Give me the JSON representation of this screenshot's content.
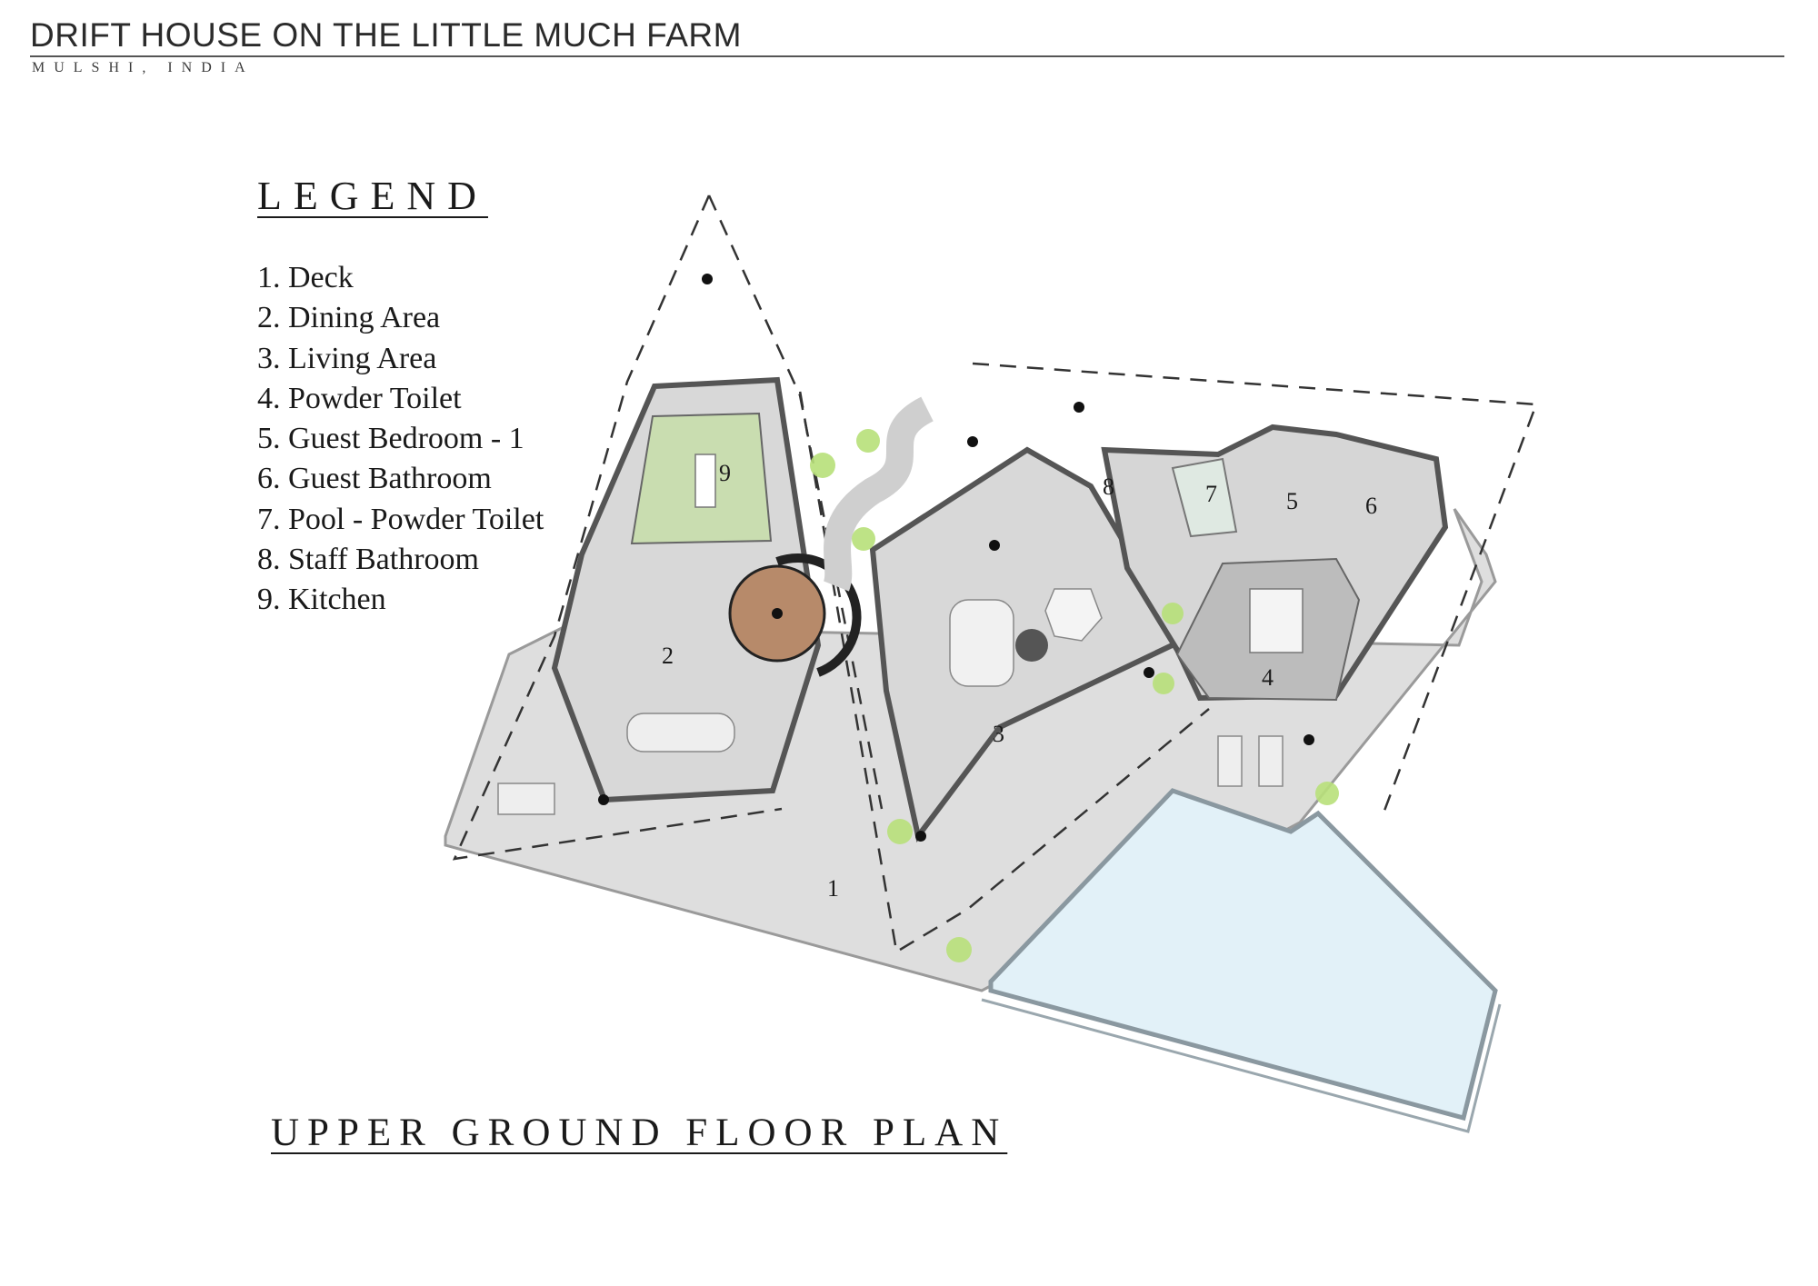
{
  "header": {
    "title": "DRIFT HOUSE ON THE LITTLE MUCH FARM",
    "subtitle": "MULSHI, INDIA"
  },
  "legend": {
    "heading": "LEGEND",
    "items": [
      "1. Deck",
      "2. Dining Area",
      "3. Living Area",
      "4. Powder Toilet",
      "5. Guest Bedroom - 1",
      "6. Guest Bathroom",
      "7. Pool - Powder Toilet",
      "8. Staff Bathroom",
      "9. Kitchen"
    ]
  },
  "plan": {
    "title": "UPPER GROUND FLOOR PLAN",
    "room_numbers": [
      "1",
      "2",
      "3",
      "4",
      "5",
      "6",
      "7",
      "8",
      "9"
    ]
  },
  "colors": {
    "deck_floor": "#dedede",
    "wall": "#555555",
    "kitchen": "#c9ddb0",
    "pool": "#e2f1f8",
    "planting": "#b8e07a"
  }
}
